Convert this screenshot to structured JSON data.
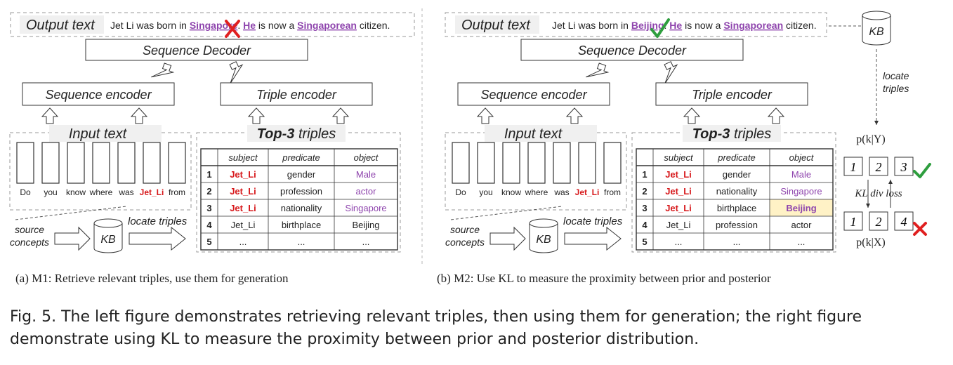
{
  "figure_caption": "Fig. 5.  The left figure demonstrates retrieving relevant triples, then using them for generation; the right figure demonstrate using KL to measure the proximity between prior and posterior distribution.",
  "colors": {
    "entity_red": "#d7191c",
    "purple": "#8e44ad",
    "green": "#2e9e3e",
    "highlight": "#fff2c6",
    "dash": "#9a9a9a"
  },
  "panel_a": {
    "output_label": "Output text",
    "output_sentence": {
      "p1": "Jet Li was born in ",
      "w1": "Singapore",
      "p2": ". ",
      "w2": "He",
      "p3": " is now a ",
      "w3": "Singaporean",
      "p4": " citizen."
    },
    "decoder": "Sequence Decoder",
    "seq_encoder": "Sequence encoder",
    "triple_encoder": "Triple encoder",
    "input_label": "Input text",
    "tokens": [
      "Do",
      "you",
      "know",
      "where",
      "was",
      "Jet_Li",
      "from"
    ],
    "triples_title_bold": "Top-3",
    "triples_title_rest": " triples",
    "table": {
      "headers": [
        "subject",
        "predicate",
        "object"
      ],
      "rows": [
        [
          "1",
          "Jet_Li",
          "gender",
          "Male"
        ],
        [
          "2",
          "Jet_Li",
          "profession",
          "actor"
        ],
        [
          "3",
          "Jet_Li",
          "nationality",
          "Singapore"
        ],
        [
          "4",
          "Jet_Li",
          "birthplace",
          "Beijing"
        ],
        [
          "5",
          "...",
          "...",
          "..."
        ]
      ]
    },
    "source_concepts": [
      "source",
      "concepts"
    ],
    "kb": "KB",
    "locate_triples": "locate triples",
    "subcaption": "(a) M1: Retrieve relevant triples, use them for generation"
  },
  "panel_b": {
    "output_label": "Output text",
    "output_sentence": {
      "p1": "Jet Li was born in ",
      "w1": "Beijing",
      "p2": ". ",
      "w2": "He",
      "p3": " is now a ",
      "w3": "Singaporean",
      "p4": " citizen."
    },
    "decoder": "Sequence Decoder",
    "seq_encoder": "Sequence encoder",
    "triple_encoder": "Triple encoder",
    "input_label": "Input text",
    "tokens": [
      "Do",
      "you",
      "know",
      "where",
      "was",
      "Jet_Li",
      "from"
    ],
    "triples_title_bold": "Top-3",
    "triples_title_rest": " triples",
    "table": {
      "headers": [
        "subject",
        "predicate",
        "object"
      ],
      "rows": [
        [
          "1",
          "Jet_Li",
          "gender",
          "Male"
        ],
        [
          "2",
          "Jet_Li",
          "nationality",
          "Singapore"
        ],
        [
          "3",
          "Jet_Li",
          "birthplace",
          "Beijing"
        ],
        [
          "4",
          "Jet_Li",
          "profession",
          "actor"
        ],
        [
          "5",
          "...",
          "...",
          "..."
        ]
      ]
    },
    "source_concepts": [
      "source",
      "concepts"
    ],
    "kb": "KB",
    "locate_triples": "locate triples",
    "kb_right": "KB",
    "locate_triples_right": [
      "locate",
      "triples"
    ],
    "p_k_y": "p(k|Y)",
    "p_k_x": "p(k|X)",
    "kl_loss": "KL div loss",
    "prior_boxes_top": [
      "1",
      "2",
      "3"
    ],
    "prior_boxes_bottom": [
      "1",
      "2",
      "4"
    ],
    "subcaption": "(b) M2: Use KL to measure the proximity between prior and posterior"
  }
}
